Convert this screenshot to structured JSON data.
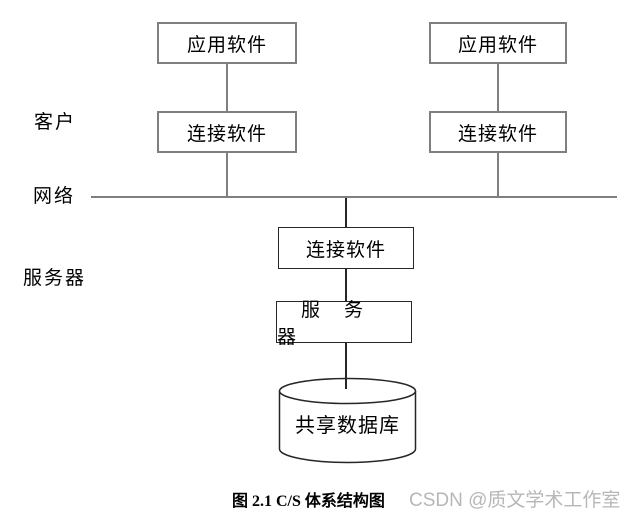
{
  "diagram": {
    "caption": "图 2.1 C/S 体系结构图",
    "watermark": "CSDN @质文学术工作室",
    "section_labels": {
      "client": "客户",
      "network": "网络",
      "server": "服务器"
    },
    "nodes": {
      "app_left": "应用软件",
      "conn_left": "连接软件",
      "app_right": "应用软件",
      "conn_right": "连接软件",
      "conn_server": "连接软件",
      "server_box": "服务器",
      "database": "共享数据库"
    },
    "colors": {
      "client_stroke": "#7f7f7f",
      "server_stroke": "#262626",
      "text": "#000000",
      "watermark": "#b7b7b7",
      "background": "#ffffff"
    }
  }
}
